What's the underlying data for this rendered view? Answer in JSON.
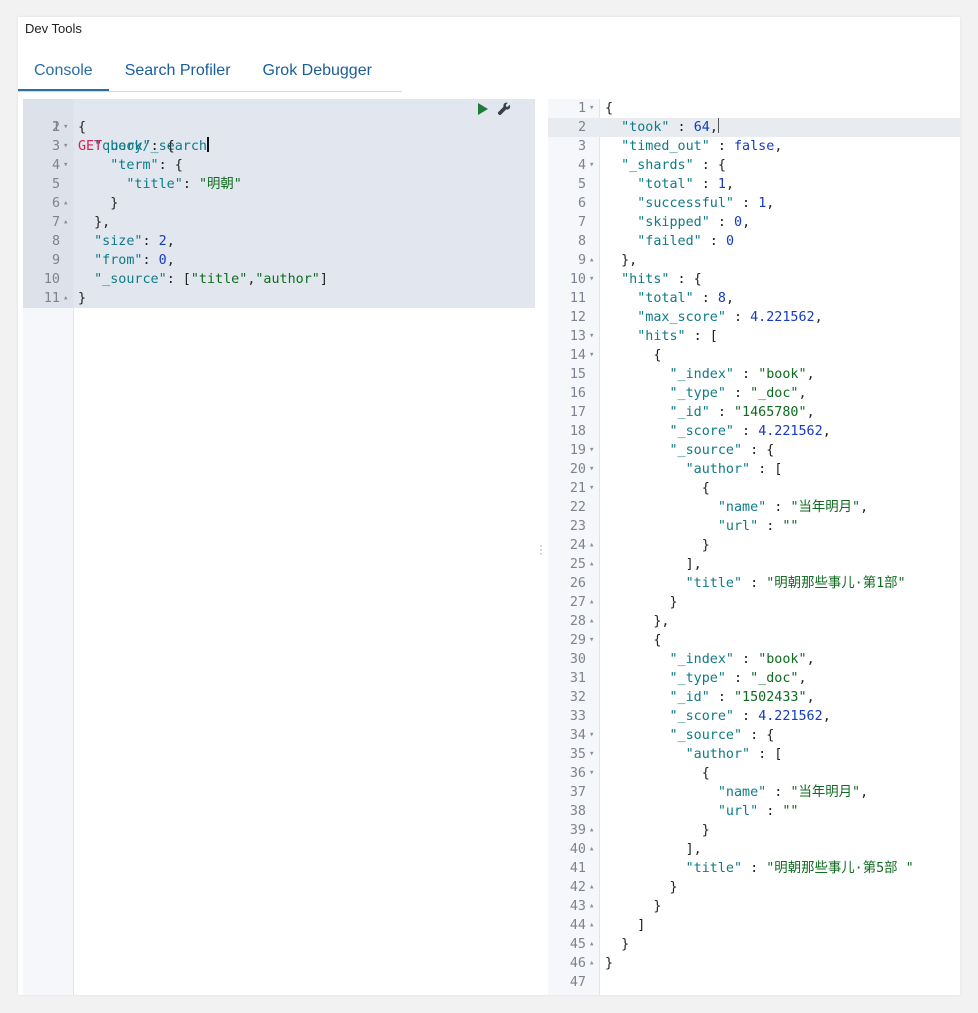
{
  "app": {
    "title": "Dev Tools"
  },
  "tabs": [
    {
      "label": "Console",
      "active": true
    },
    {
      "label": "Search Profiler",
      "active": false
    },
    {
      "label": "Grok Debugger",
      "active": false
    }
  ],
  "colors": {
    "accent": "#2a6ea8",
    "method": "#d6204f",
    "key": "#0f7b86",
    "string": "#0e6b1f",
    "number": "#1639c4",
    "run": "#1c7d3a"
  },
  "request": {
    "method": "GET",
    "url": "book/_search",
    "body": [
      {
        "n": "2",
        "f": "▾",
        "t": [
          [
            "p",
            "{"
          ]
        ]
      },
      {
        "n": "3",
        "f": "▾",
        "t": [
          [
            "p",
            "  "
          ],
          [
            "k",
            "\"query\""
          ],
          [
            "p",
            ": {"
          ]
        ]
      },
      {
        "n": "4",
        "f": "▾",
        "t": [
          [
            "p",
            "    "
          ],
          [
            "k",
            "\"term\""
          ],
          [
            "p",
            ": {"
          ]
        ]
      },
      {
        "n": "5",
        "f": "",
        "t": [
          [
            "p",
            "      "
          ],
          [
            "k",
            "\"title\""
          ],
          [
            "p",
            ": "
          ],
          [
            "s",
            "\"明朝\""
          ]
        ]
      },
      {
        "n": "6",
        "f": "▴",
        "t": [
          [
            "p",
            "    }"
          ]
        ]
      },
      {
        "n": "7",
        "f": "▴",
        "t": [
          [
            "p",
            "  },"
          ]
        ]
      },
      {
        "n": "8",
        "f": "",
        "t": [
          [
            "p",
            "  "
          ],
          [
            "k",
            "\"size\""
          ],
          [
            "p",
            ": "
          ],
          [
            "n",
            "2"
          ],
          [
            "p",
            ","
          ]
        ]
      },
      {
        "n": "9",
        "f": "",
        "t": [
          [
            "p",
            "  "
          ],
          [
            "k",
            "\"from\""
          ],
          [
            "p",
            ": "
          ],
          [
            "n",
            "0"
          ],
          [
            "p",
            ","
          ]
        ]
      },
      {
        "n": "10",
        "f": "",
        "t": [
          [
            "p",
            "  "
          ],
          [
            "k",
            "\"_source\""
          ],
          [
            "p",
            ": ["
          ],
          [
            "s",
            "\"title\""
          ],
          [
            "p",
            ","
          ],
          [
            "s",
            "\"author\""
          ],
          [
            "p",
            "]"
          ]
        ]
      },
      {
        "n": "11",
        "f": "▴",
        "t": [
          [
            "p",
            "}"
          ]
        ]
      }
    ]
  },
  "response": [
    {
      "n": "1",
      "f": "▾",
      "t": [
        [
          "p",
          "{"
        ]
      ]
    },
    {
      "n": "2",
      "f": "",
      "t": [
        [
          "p",
          "  "
        ],
        [
          "k",
          "\"took\""
        ],
        [
          "p",
          " : "
        ],
        [
          "n",
          "64"
        ],
        [
          "p",
          ","
        ]
      ]
    },
    {
      "n": "3",
      "f": "",
      "t": [
        [
          "p",
          "  "
        ],
        [
          "k",
          "\"timed_out\""
        ],
        [
          "p",
          " : "
        ],
        [
          "b",
          "false"
        ],
        [
          "p",
          ","
        ]
      ]
    },
    {
      "n": "4",
      "f": "▾",
      "t": [
        [
          "p",
          "  "
        ],
        [
          "k",
          "\"_shards\""
        ],
        [
          "p",
          " : {"
        ]
      ]
    },
    {
      "n": "5",
      "f": "",
      "t": [
        [
          "p",
          "    "
        ],
        [
          "k",
          "\"total\""
        ],
        [
          "p",
          " : "
        ],
        [
          "n",
          "1"
        ],
        [
          "p",
          ","
        ]
      ]
    },
    {
      "n": "6",
      "f": "",
      "t": [
        [
          "p",
          "    "
        ],
        [
          "k",
          "\"successful\""
        ],
        [
          "p",
          " : "
        ],
        [
          "n",
          "1"
        ],
        [
          "p",
          ","
        ]
      ]
    },
    {
      "n": "7",
      "f": "",
      "t": [
        [
          "p",
          "    "
        ],
        [
          "k",
          "\"skipped\""
        ],
        [
          "p",
          " : "
        ],
        [
          "n",
          "0"
        ],
        [
          "p",
          ","
        ]
      ]
    },
    {
      "n": "8",
      "f": "",
      "t": [
        [
          "p",
          "    "
        ],
        [
          "k",
          "\"failed\""
        ],
        [
          "p",
          " : "
        ],
        [
          "n",
          "0"
        ]
      ]
    },
    {
      "n": "9",
      "f": "▴",
      "t": [
        [
          "p",
          "  },"
        ]
      ]
    },
    {
      "n": "10",
      "f": "▾",
      "t": [
        [
          "p",
          "  "
        ],
        [
          "k",
          "\"hits\""
        ],
        [
          "p",
          " : {"
        ]
      ]
    },
    {
      "n": "11",
      "f": "",
      "t": [
        [
          "p",
          "    "
        ],
        [
          "k",
          "\"total\""
        ],
        [
          "p",
          " : "
        ],
        [
          "n",
          "8"
        ],
        [
          "p",
          ","
        ]
      ]
    },
    {
      "n": "12",
      "f": "",
      "t": [
        [
          "p",
          "    "
        ],
        [
          "k",
          "\"max_score\""
        ],
        [
          "p",
          " : "
        ],
        [
          "n",
          "4.221562"
        ],
        [
          "p",
          ","
        ]
      ]
    },
    {
      "n": "13",
      "f": "▾",
      "t": [
        [
          "p",
          "    "
        ],
        [
          "k",
          "\"hits\""
        ],
        [
          "p",
          " : ["
        ]
      ]
    },
    {
      "n": "14",
      "f": "▾",
      "t": [
        [
          "p",
          "      {"
        ]
      ]
    },
    {
      "n": "15",
      "f": "",
      "t": [
        [
          "p",
          "        "
        ],
        [
          "k",
          "\"_index\""
        ],
        [
          "p",
          " : "
        ],
        [
          "s",
          "\"book\""
        ],
        [
          "p",
          ","
        ]
      ]
    },
    {
      "n": "16",
      "f": "",
      "t": [
        [
          "p",
          "        "
        ],
        [
          "k",
          "\"_type\""
        ],
        [
          "p",
          " : "
        ],
        [
          "s",
          "\"_doc\""
        ],
        [
          "p",
          ","
        ]
      ]
    },
    {
      "n": "17",
      "f": "",
      "t": [
        [
          "p",
          "        "
        ],
        [
          "k",
          "\"_id\""
        ],
        [
          "p",
          " : "
        ],
        [
          "s",
          "\"1465780\""
        ],
        [
          "p",
          ","
        ]
      ]
    },
    {
      "n": "18",
      "f": "",
      "t": [
        [
          "p",
          "        "
        ],
        [
          "k",
          "\"_score\""
        ],
        [
          "p",
          " : "
        ],
        [
          "n",
          "4.221562"
        ],
        [
          "p",
          ","
        ]
      ]
    },
    {
      "n": "19",
      "f": "▾",
      "t": [
        [
          "p",
          "        "
        ],
        [
          "k",
          "\"_source\""
        ],
        [
          "p",
          " : {"
        ]
      ]
    },
    {
      "n": "20",
      "f": "▾",
      "t": [
        [
          "p",
          "          "
        ],
        [
          "k",
          "\"author\""
        ],
        [
          "p",
          " : ["
        ]
      ]
    },
    {
      "n": "21",
      "f": "▾",
      "t": [
        [
          "p",
          "            {"
        ]
      ]
    },
    {
      "n": "22",
      "f": "",
      "t": [
        [
          "p",
          "              "
        ],
        [
          "k",
          "\"name\""
        ],
        [
          "p",
          " : "
        ],
        [
          "s",
          "\"当年明月\""
        ],
        [
          "p",
          ","
        ]
      ]
    },
    {
      "n": "23",
      "f": "",
      "t": [
        [
          "p",
          "              "
        ],
        [
          "k",
          "\"url\""
        ],
        [
          "p",
          " : "
        ],
        [
          "s",
          "\"\""
        ]
      ]
    },
    {
      "n": "24",
      "f": "▴",
      "t": [
        [
          "p",
          "            }"
        ]
      ]
    },
    {
      "n": "25",
      "f": "▴",
      "t": [
        [
          "p",
          "          ],"
        ]
      ]
    },
    {
      "n": "26",
      "f": "",
      "t": [
        [
          "p",
          "          "
        ],
        [
          "k",
          "\"title\""
        ],
        [
          "p",
          " : "
        ],
        [
          "s",
          "\"明朝那些事儿·第1部\""
        ]
      ]
    },
    {
      "n": "27",
      "f": "▴",
      "t": [
        [
          "p",
          "        }"
        ]
      ]
    },
    {
      "n": "28",
      "f": "▴",
      "t": [
        [
          "p",
          "      },"
        ]
      ]
    },
    {
      "n": "29",
      "f": "▾",
      "t": [
        [
          "p",
          "      {"
        ]
      ]
    },
    {
      "n": "30",
      "f": "",
      "t": [
        [
          "p",
          "        "
        ],
        [
          "k",
          "\"_index\""
        ],
        [
          "p",
          " : "
        ],
        [
          "s",
          "\"book\""
        ],
        [
          "p",
          ","
        ]
      ]
    },
    {
      "n": "31",
      "f": "",
      "t": [
        [
          "p",
          "        "
        ],
        [
          "k",
          "\"_type\""
        ],
        [
          "p",
          " : "
        ],
        [
          "s",
          "\"_doc\""
        ],
        [
          "p",
          ","
        ]
      ]
    },
    {
      "n": "32",
      "f": "",
      "t": [
        [
          "p",
          "        "
        ],
        [
          "k",
          "\"_id\""
        ],
        [
          "p",
          " : "
        ],
        [
          "s",
          "\"1502433\""
        ],
        [
          "p",
          ","
        ]
      ]
    },
    {
      "n": "33",
      "f": "",
      "t": [
        [
          "p",
          "        "
        ],
        [
          "k",
          "\"_score\""
        ],
        [
          "p",
          " : "
        ],
        [
          "n",
          "4.221562"
        ],
        [
          "p",
          ","
        ]
      ]
    },
    {
      "n": "34",
      "f": "▾",
      "t": [
        [
          "p",
          "        "
        ],
        [
          "k",
          "\"_source\""
        ],
        [
          "p",
          " : {"
        ]
      ]
    },
    {
      "n": "35",
      "f": "▾",
      "t": [
        [
          "p",
          "          "
        ],
        [
          "k",
          "\"author\""
        ],
        [
          "p",
          " : ["
        ]
      ]
    },
    {
      "n": "36",
      "f": "▾",
      "t": [
        [
          "p",
          "            {"
        ]
      ]
    },
    {
      "n": "37",
      "f": "",
      "t": [
        [
          "p",
          "              "
        ],
        [
          "k",
          "\"name\""
        ],
        [
          "p",
          " : "
        ],
        [
          "s",
          "\"当年明月\""
        ],
        [
          "p",
          ","
        ]
      ]
    },
    {
      "n": "38",
      "f": "",
      "t": [
        [
          "p",
          "              "
        ],
        [
          "k",
          "\"url\""
        ],
        [
          "p",
          " : "
        ],
        [
          "s",
          "\"\""
        ]
      ]
    },
    {
      "n": "39",
      "f": "▴",
      "t": [
        [
          "p",
          "            }"
        ]
      ]
    },
    {
      "n": "40",
      "f": "▴",
      "t": [
        [
          "p",
          "          ],"
        ]
      ]
    },
    {
      "n": "41",
      "f": "",
      "t": [
        [
          "p",
          "          "
        ],
        [
          "k",
          "\"title\""
        ],
        [
          "p",
          " : "
        ],
        [
          "s",
          "\"明朝那些事儿·第5部 \""
        ]
      ]
    },
    {
      "n": "42",
      "f": "▴",
      "t": [
        [
          "p",
          "        }"
        ]
      ]
    },
    {
      "n": "43",
      "f": "▴",
      "t": [
        [
          "p",
          "      }"
        ]
      ]
    },
    {
      "n": "44",
      "f": "▴",
      "t": [
        [
          "p",
          "    ]"
        ]
      ]
    },
    {
      "n": "45",
      "f": "▴",
      "t": [
        [
          "p",
          "  }"
        ]
      ]
    },
    {
      "n": "46",
      "f": "▴",
      "t": [
        [
          "p",
          "}"
        ]
      ]
    },
    {
      "n": "47",
      "f": "",
      "t": []
    }
  ]
}
